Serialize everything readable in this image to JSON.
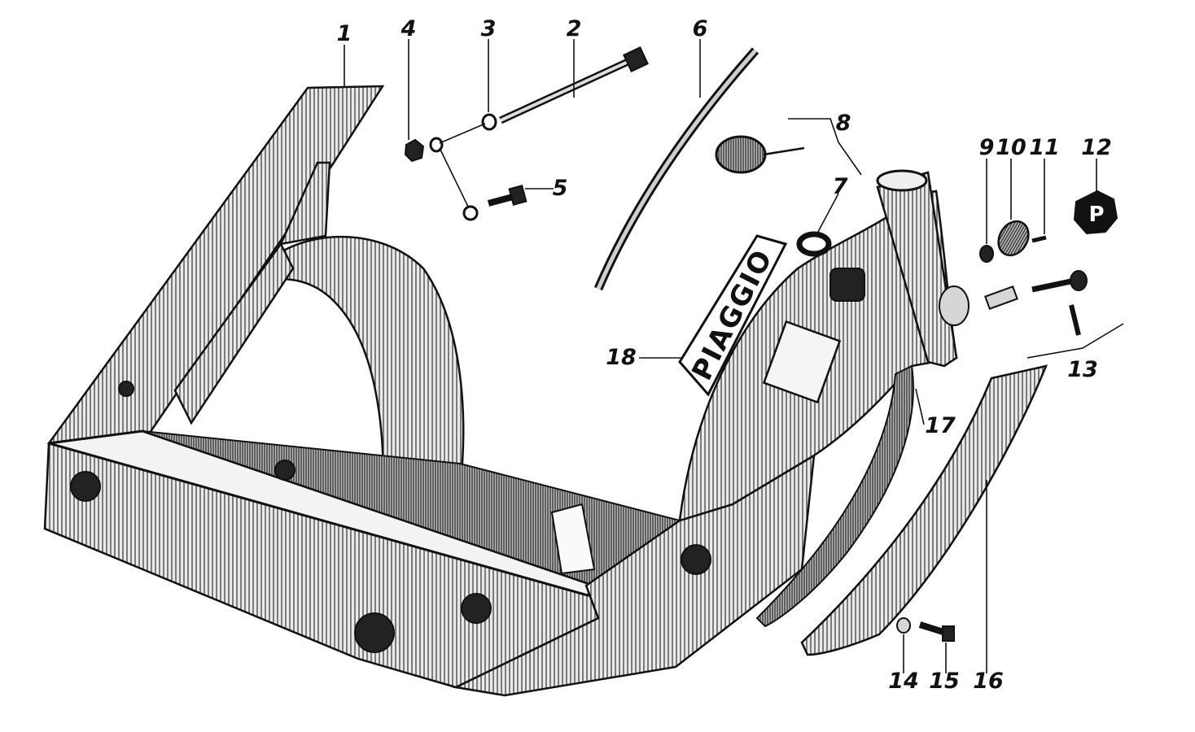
{
  "diagram": {
    "callouts": [
      "1",
      "2",
      "3",
      "4",
      "5",
      "6",
      "7",
      "8",
      "9",
      "10",
      "11",
      "12",
      "13",
      "14",
      "15",
      "16",
      "17",
      "18"
    ],
    "badge_text": "PIAGGIO",
    "logo_glyph": "P",
    "colors": {
      "ink": "#111111",
      "paper": "#ffffff",
      "metal": "#e6e6e6"
    }
  }
}
